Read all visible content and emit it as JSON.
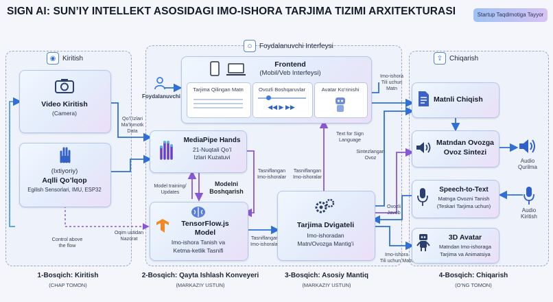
{
  "header": {
    "title": "SIGN AI: SUN’IY INTELLEKT ASOSIDAGI IMO-ISHORA TARJIMA TIZIMI ARXITEKTURASI",
    "badge": "Startup Taqdimotiga Tayyor"
  },
  "panels": {
    "input": {
      "title": "Kiritish"
    },
    "ui": {
      "title": "Foydalanuvchi Interfeysi"
    },
    "output": {
      "title": "Chiqarish"
    }
  },
  "nodes": {
    "user": "Foydalanuvchi",
    "frontend": {
      "title": "Frontend",
      "subtitle": "(Mobil/Veb Interfeysi)"
    },
    "fe_sub1": "Tarjima Qilingan Matn",
    "fe_sub2": "Ovozli Boshqaruvlar",
    "fe_sub3": "Avatar Ko’rinishi",
    "video": {
      "title": "Video Kiritish",
      "subtitle": "(Camera)"
    },
    "glove": {
      "line1": "(Ixtiyoriy)",
      "title": "Aqlli Qo’lqop",
      "subtitle": "Egilish Sensorlari, IMU, ESP32"
    },
    "mediapipe": {
      "title": "MediaPipe Hands",
      "sub1": "21-Nuqtali Qo’l",
      "sub2": "Izlari Kuzatuvi"
    },
    "tfjs": {
      "title1": "TensorFlow.js",
      "title2": "Model",
      "sub1": "Imo-ishora Tanish va",
      "sub2": "Ketma-ketlik Tasnifi"
    },
    "engine": {
      "title": "Tarjima Dvigateli",
      "sub1": "Imo-ishoradan",
      "sub2": "Matn/Ovozga Mantig’i"
    },
    "text_out": "Matnli Chiqish",
    "tts": {
      "title1": "Matndan Ovozga",
      "title2": "Ovoz Sintezi"
    },
    "stt": {
      "title": "Speech-to-Text",
      "sub1": "Matnga Ovozni Tanish",
      "sub2": "(Teskari Tarjima uchun)"
    },
    "avatar": {
      "title": "3D Avatar",
      "sub1": "Matndan Imo-ishoraga",
      "sub2": "Tarjima va Animatsiya"
    },
    "speaker": {
      "l1": "Audio",
      "l2": "Qurilma"
    },
    "mic": {
      "l1": "Audio",
      "l2": "Kiritish"
    }
  },
  "labels": {
    "model_control1": "Modelni",
    "model_control2": "Boshqarish",
    "model_training1": "Model training/",
    "model_training2": "Updates",
    "hand_data1": "Qo’l Izlari",
    "hand_data2": "Ma’lumotk",
    "hand_data3": "Data",
    "class1a": "Tasniflangan",
    "class1b": "Imo-ishoralar",
    "class2a": "Tasniflangan",
    "class2b": "Imo-ishoralar",
    "class3a": "Tasniflangan",
    "class3b": "Imo-ishoralar",
    "text_sign1": "Text for Sign",
    "text_sign2": "Language",
    "synth1": "Sintezlangan",
    "synth2": "Ovoz",
    "voice_ans1": "Ovozli",
    "voice_ans2": "Javob",
    "sign_text_top1": "Imo-ishora",
    "sign_text_top2": "Tili uchun",
    "sign_text_top3": "Matn",
    "sign_text_bot1": "Imo-ishora",
    "sign_text_bot2": "Tili uchun Matn",
    "control1": "Control above",
    "control2": "the flow",
    "oqim1": "Oqim ustidan",
    "oqim2": "Nazorat"
  },
  "stages": [
    {
      "title": "1-Bosqich: Kiritish",
      "sub": "(CHAP TOMON)"
    },
    {
      "title": "2-Bosqich: Qayta Ishlash Konveyeri",
      "sub": "(MARKAZIY USTUN)"
    },
    {
      "title": "3-Bosqich: Asosiy Mantiq",
      "sub": "(MARKAZIY USTUN)"
    },
    {
      "title": "4-Bosqich: Chiqarish",
      "sub": "(O’NG TOMON)"
    }
  ],
  "colors": {
    "accent": "#3b7ddd",
    "arrow": "#2f6fd6",
    "purple": "#8a56d8"
  }
}
